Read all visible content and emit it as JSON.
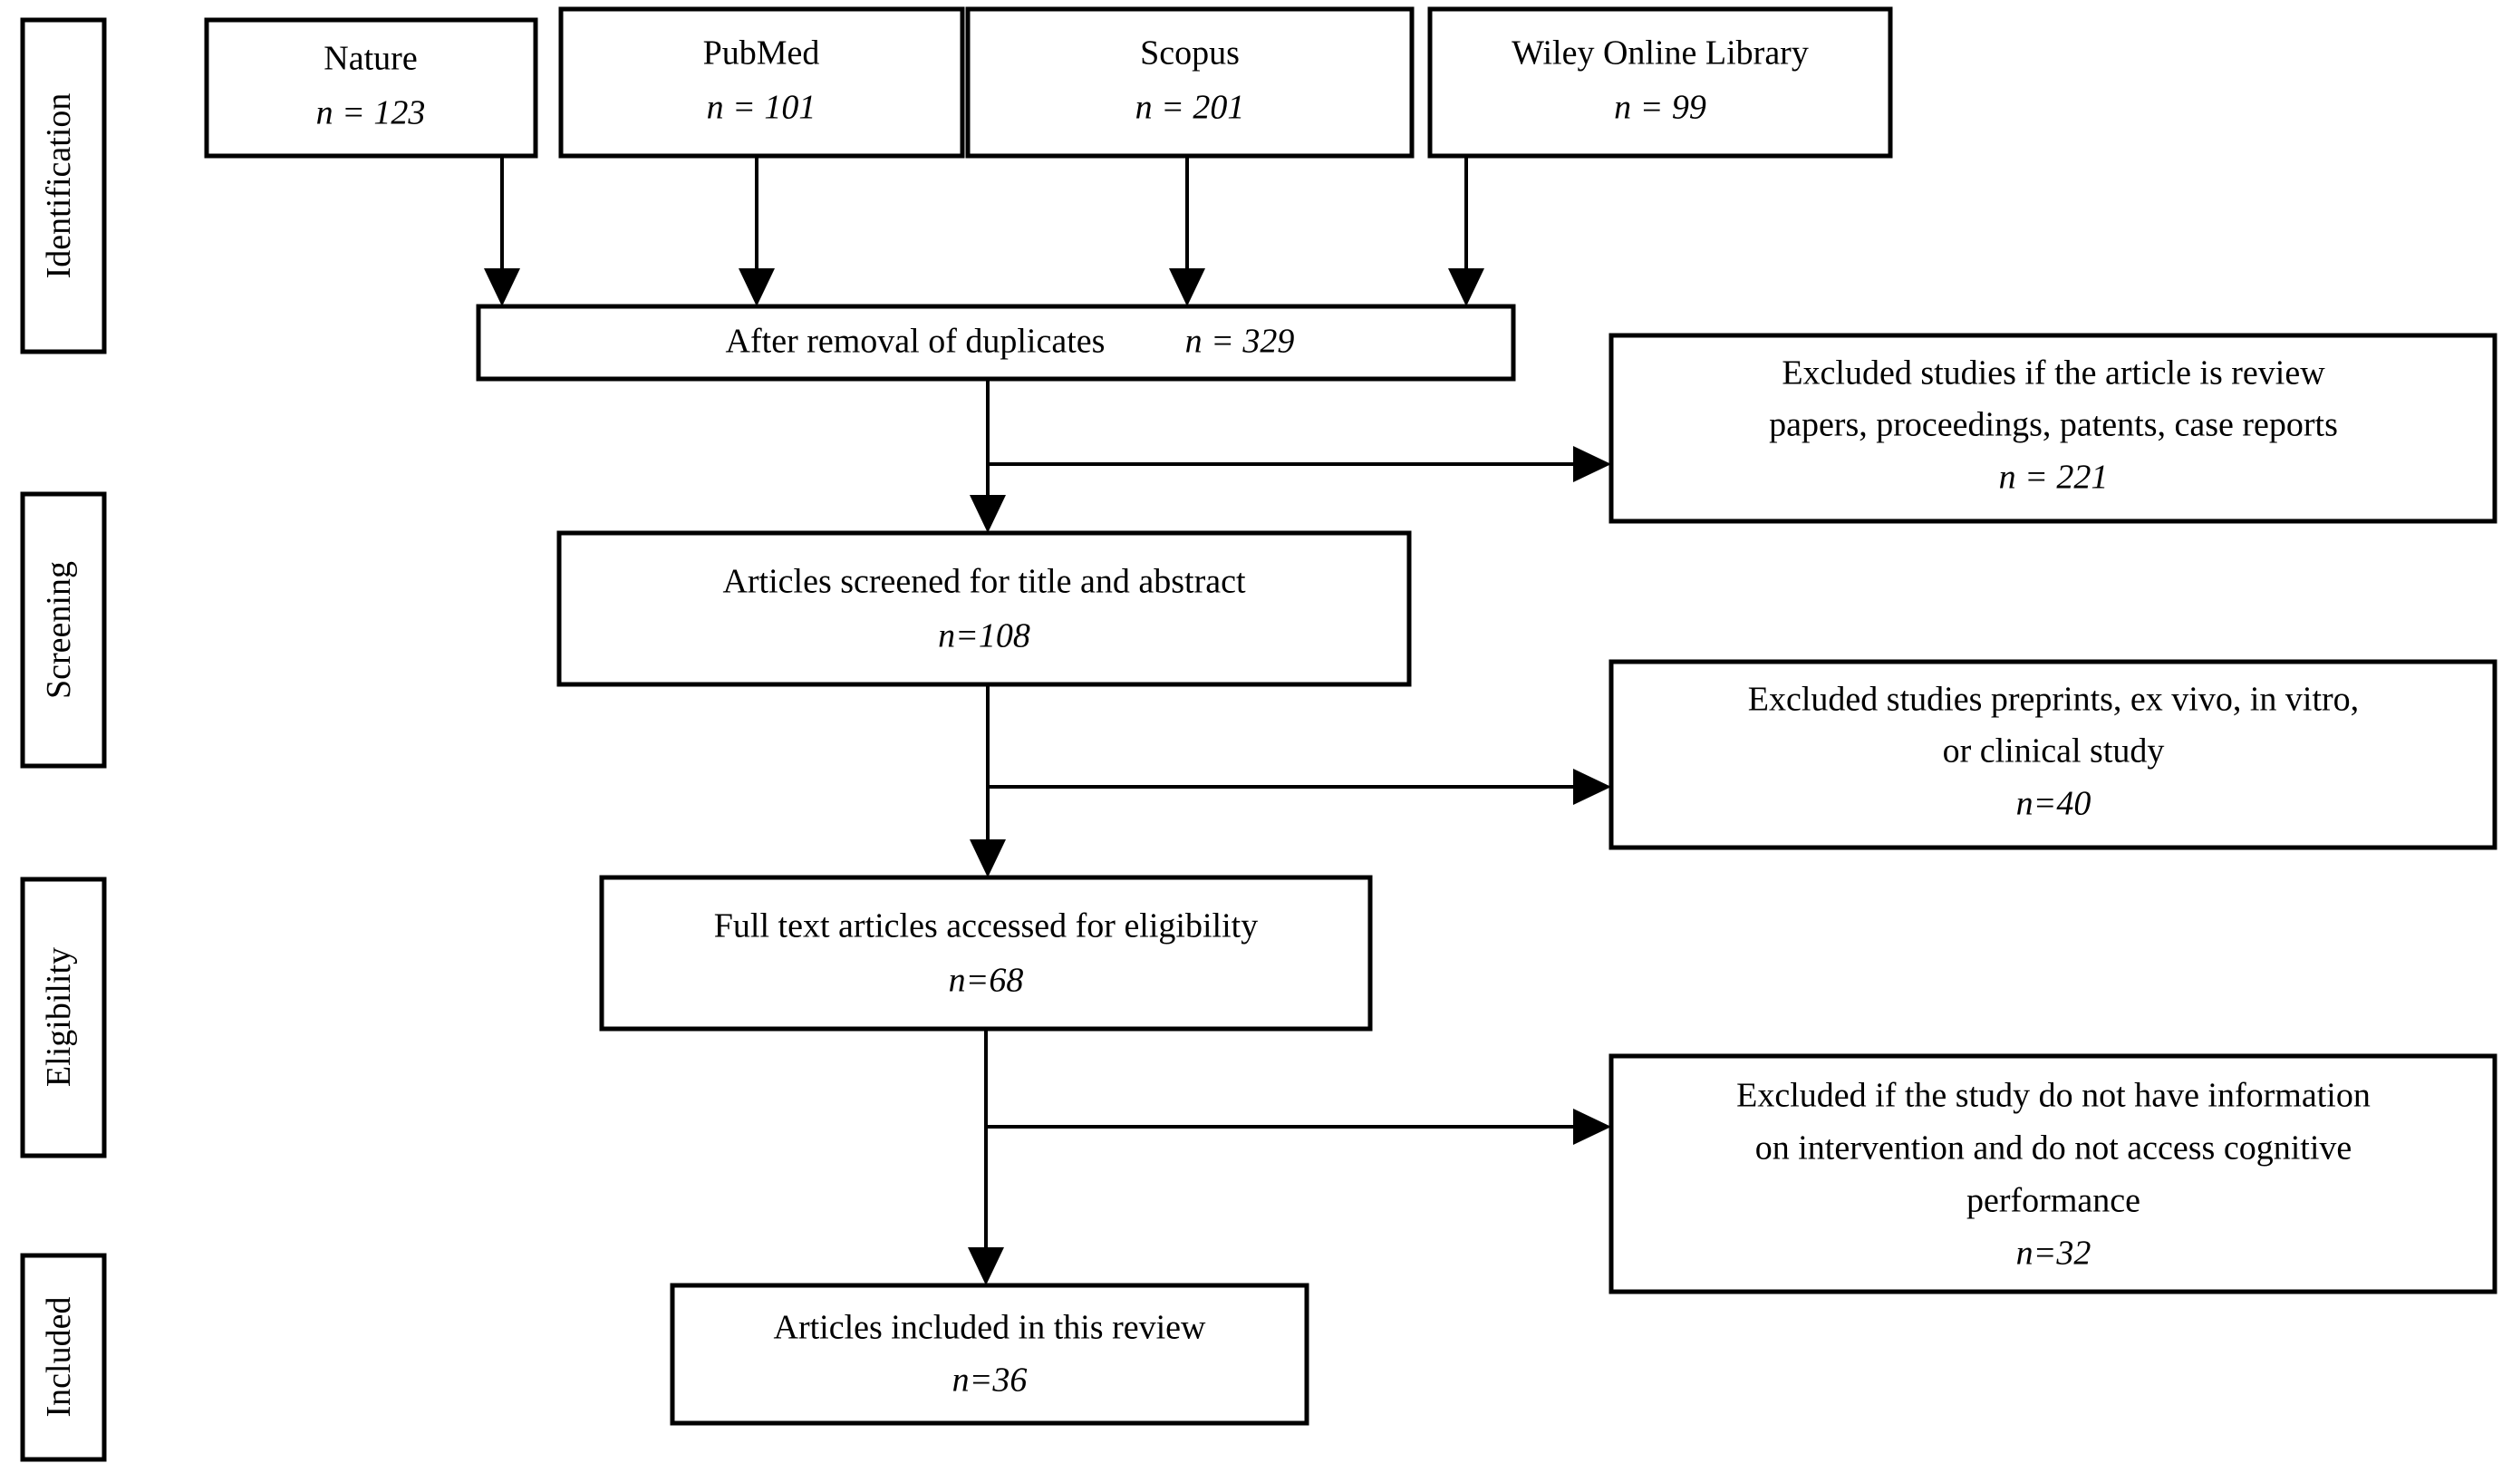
{
  "figure": {
    "type": "prisma-flow-diagram",
    "title": "PRISMA study selection flow diagram",
    "colors": {
      "background": "#ffffff",
      "stroke": "#000000",
      "text": "#000000",
      "box_fill": "#ffffff"
    }
  },
  "stages": [
    {
      "id": "identification",
      "label": "Identification"
    },
    {
      "id": "screening",
      "label": "Screening"
    },
    {
      "id": "eligibility",
      "label": "Eligibility"
    },
    {
      "id": "included",
      "label": "Included"
    }
  ],
  "sources": [
    {
      "id": "nature",
      "name": "Nature",
      "count_label": "n = 123",
      "n": 123
    },
    {
      "id": "pubmed",
      "name": "PubMed",
      "count_label": "n = 101",
      "n": 101
    },
    {
      "id": "scopus",
      "name": "Scopus",
      "count_label": "n = 201",
      "n": 201
    },
    {
      "id": "wiley",
      "name": "Wiley Online Library",
      "count_label": "n = 99",
      "n": 99
    }
  ],
  "flow": [
    {
      "id": "duplicates",
      "line1": "After removal of duplicates",
      "count_label": "n = 329",
      "n": 329
    },
    {
      "id": "screened",
      "line1": "Articles screened for title and abstract",
      "count_label": "n=108",
      "n": 108
    },
    {
      "id": "fulltext",
      "line1": "Full text articles accessed for eligibility",
      "count_label": "n=68",
      "n": 68
    },
    {
      "id": "included",
      "line1": "Articles included in this review",
      "count_label": "n=36",
      "n": 36
    }
  ],
  "exclusions": [
    {
      "id": "exclusion-1",
      "lines": [
        "Excluded studies if the article  is review",
        "papers, proceedings, patents, case reports"
      ],
      "count_label": "n = 221",
      "n": 221
    },
    {
      "id": "exclusion-2",
      "lines": [
        "Excluded studies preprints, ex vivo, in vitro,",
        "or clinical study"
      ],
      "count_label": "n=40",
      "n": 40
    },
    {
      "id": "exclusion-3",
      "lines": [
        "Excluded if the study do not have information",
        "on intervention and do not access cognitive",
        "performance"
      ],
      "count_label": "n=32",
      "n": 32
    }
  ],
  "chart_data": {
    "type": "diagram",
    "title": "PRISMA flow diagram of study selection",
    "nodes": [
      {
        "id": "nature",
        "label": "Nature",
        "n": 123,
        "stage": "Identification"
      },
      {
        "id": "pubmed",
        "label": "PubMed",
        "n": 101,
        "stage": "Identification"
      },
      {
        "id": "scopus",
        "label": "Scopus",
        "n": 201,
        "stage": "Identification"
      },
      {
        "id": "wiley",
        "label": "Wiley Online Library",
        "n": 99,
        "stage": "Identification"
      },
      {
        "id": "duplicates",
        "label": "After removal of duplicates",
        "n": 329,
        "stage": "Identification"
      },
      {
        "id": "screened",
        "label": "Articles screened for title and abstract",
        "n": 108,
        "stage": "Screening"
      },
      {
        "id": "fulltext",
        "label": "Full text articles accessed for eligibility",
        "n": 68,
        "stage": "Eligibility"
      },
      {
        "id": "included",
        "label": "Articles included in this review",
        "n": 36,
        "stage": "Included"
      },
      {
        "id": "exclusion-1",
        "label": "Excluded studies if the article is review papers, proceedings, patents, case reports",
        "n": 221,
        "stage": "Screening"
      },
      {
        "id": "exclusion-2",
        "label": "Excluded studies preprints, ex vivo, in vitro, or clinical study",
        "n": 40,
        "stage": "Screening"
      },
      {
        "id": "exclusion-3",
        "label": "Excluded if the study do not have information on intervention and do not access cognitive performance",
        "n": 32,
        "stage": "Eligibility"
      }
    ],
    "edges": [
      {
        "from": "nature",
        "to": "duplicates"
      },
      {
        "from": "pubmed",
        "to": "duplicates"
      },
      {
        "from": "scopus",
        "to": "duplicates"
      },
      {
        "from": "wiley",
        "to": "duplicates"
      },
      {
        "from": "duplicates",
        "to": "screened"
      },
      {
        "from": "duplicates",
        "to": "exclusion-1"
      },
      {
        "from": "screened",
        "to": "fulltext"
      },
      {
        "from": "screened",
        "to": "exclusion-2"
      },
      {
        "from": "fulltext",
        "to": "included"
      },
      {
        "from": "fulltext",
        "to": "exclusion-3"
      }
    ]
  }
}
